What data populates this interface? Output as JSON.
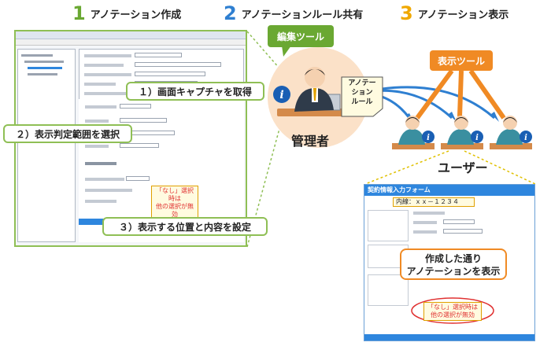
{
  "steps": [
    {
      "num": "1",
      "label": "アノテーション作成",
      "color": "#6aa832"
    },
    {
      "num": "2",
      "label": "アノテーションルール共有",
      "color": "#2e7fd1"
    },
    {
      "num": "3",
      "label": "アノテーション表示",
      "color": "#f0a800"
    }
  ],
  "callouts": {
    "capture": "１）画面キャプチャを取得",
    "select_range": "２）表示判定範囲を選択",
    "set_position": "３）表示する位置と内容を設定",
    "note_text": "「なし」選択時は\n他の選択が無効"
  },
  "tools": {
    "edit_tool": "編集ツール",
    "display_tool": "表示ツール"
  },
  "actors": {
    "admin": "管理者",
    "users": "ユーザー"
  },
  "rule_card": "アノテー\nション\nルール",
  "right_form": {
    "title": "契約情報入力フォーム",
    "annotation_header": "内線：ｘｘ－１２３４",
    "message": "作成した通り\nアノテーションを表示",
    "note_text": "「なし」選択時は\n他の選択が無効"
  },
  "colors": {
    "green": "#8fbf55",
    "blue": "#2e86de",
    "orange": "#f08a24"
  }
}
